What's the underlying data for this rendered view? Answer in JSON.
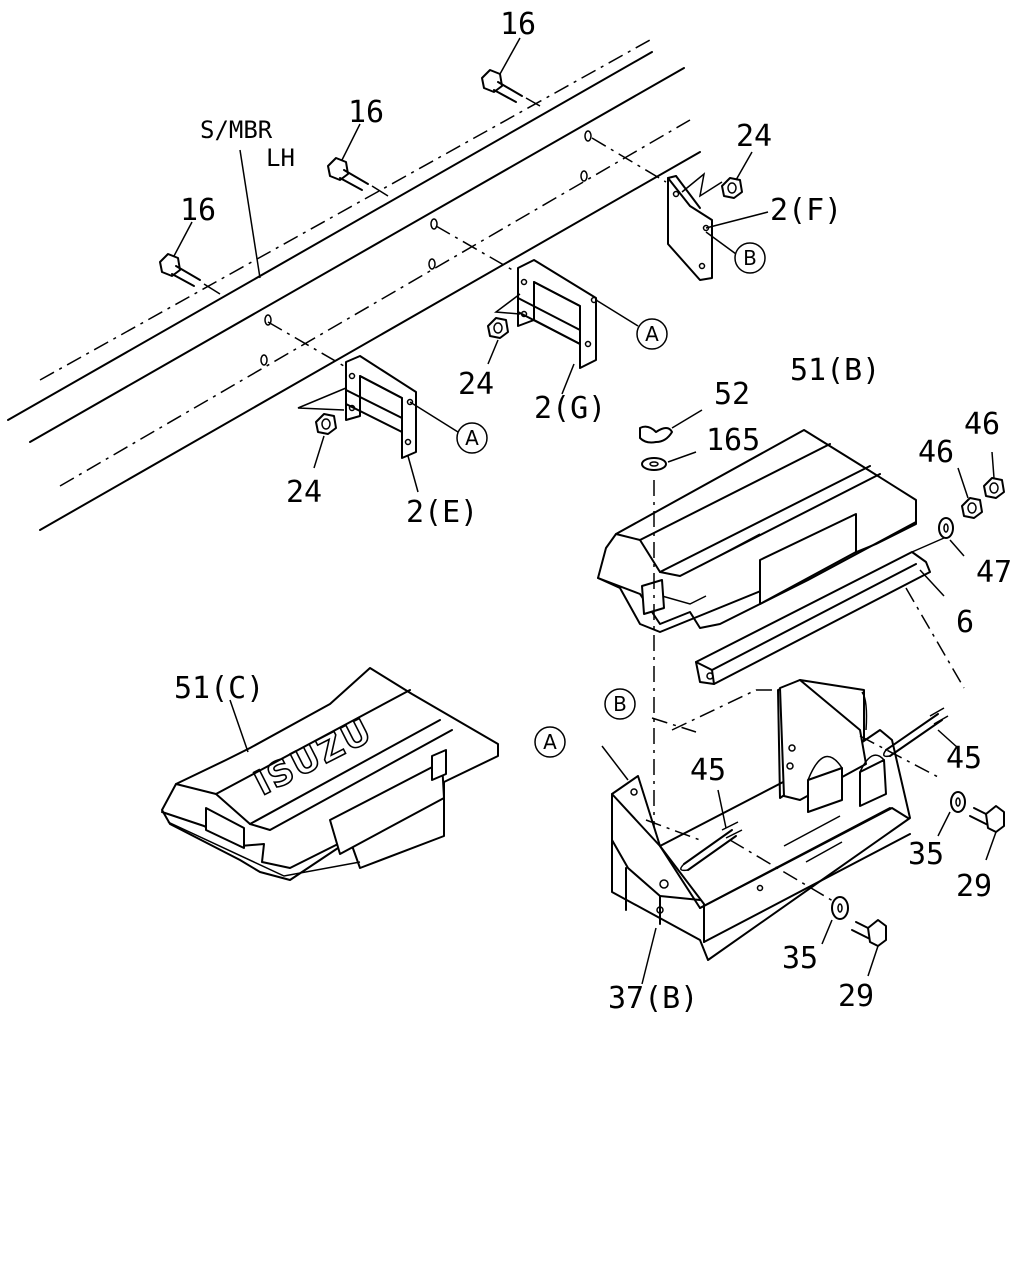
{
  "labels": {
    "part_16_a": "16",
    "part_16_b": "16",
    "part_16_c": "16",
    "member_name": "S/MBR",
    "member_side": "LH",
    "part_24_a": "24",
    "part_24_b": "24",
    "part_24_c": "24",
    "part_2f": "2(F)",
    "part_2g": "2(G)",
    "part_2e": "2(E)",
    "ref_a_1": "A",
    "ref_a_2": "A",
    "ref_a_3": "A",
    "ref_b_1": "B",
    "ref_b_2": "B",
    "part_52": "52",
    "part_165": "165",
    "part_51b": "51(B)",
    "part_46_a": "46",
    "part_46_b": "46",
    "part_47": "47",
    "part_6": "6",
    "part_51c": "51(C)",
    "part_45_a": "45",
    "part_45_b": "45",
    "part_35_a": "35",
    "part_35_b": "35",
    "part_29_a": "29",
    "part_29_b": "29",
    "part_37b": "37(B)",
    "cover_logo": "ISUZU"
  }
}
